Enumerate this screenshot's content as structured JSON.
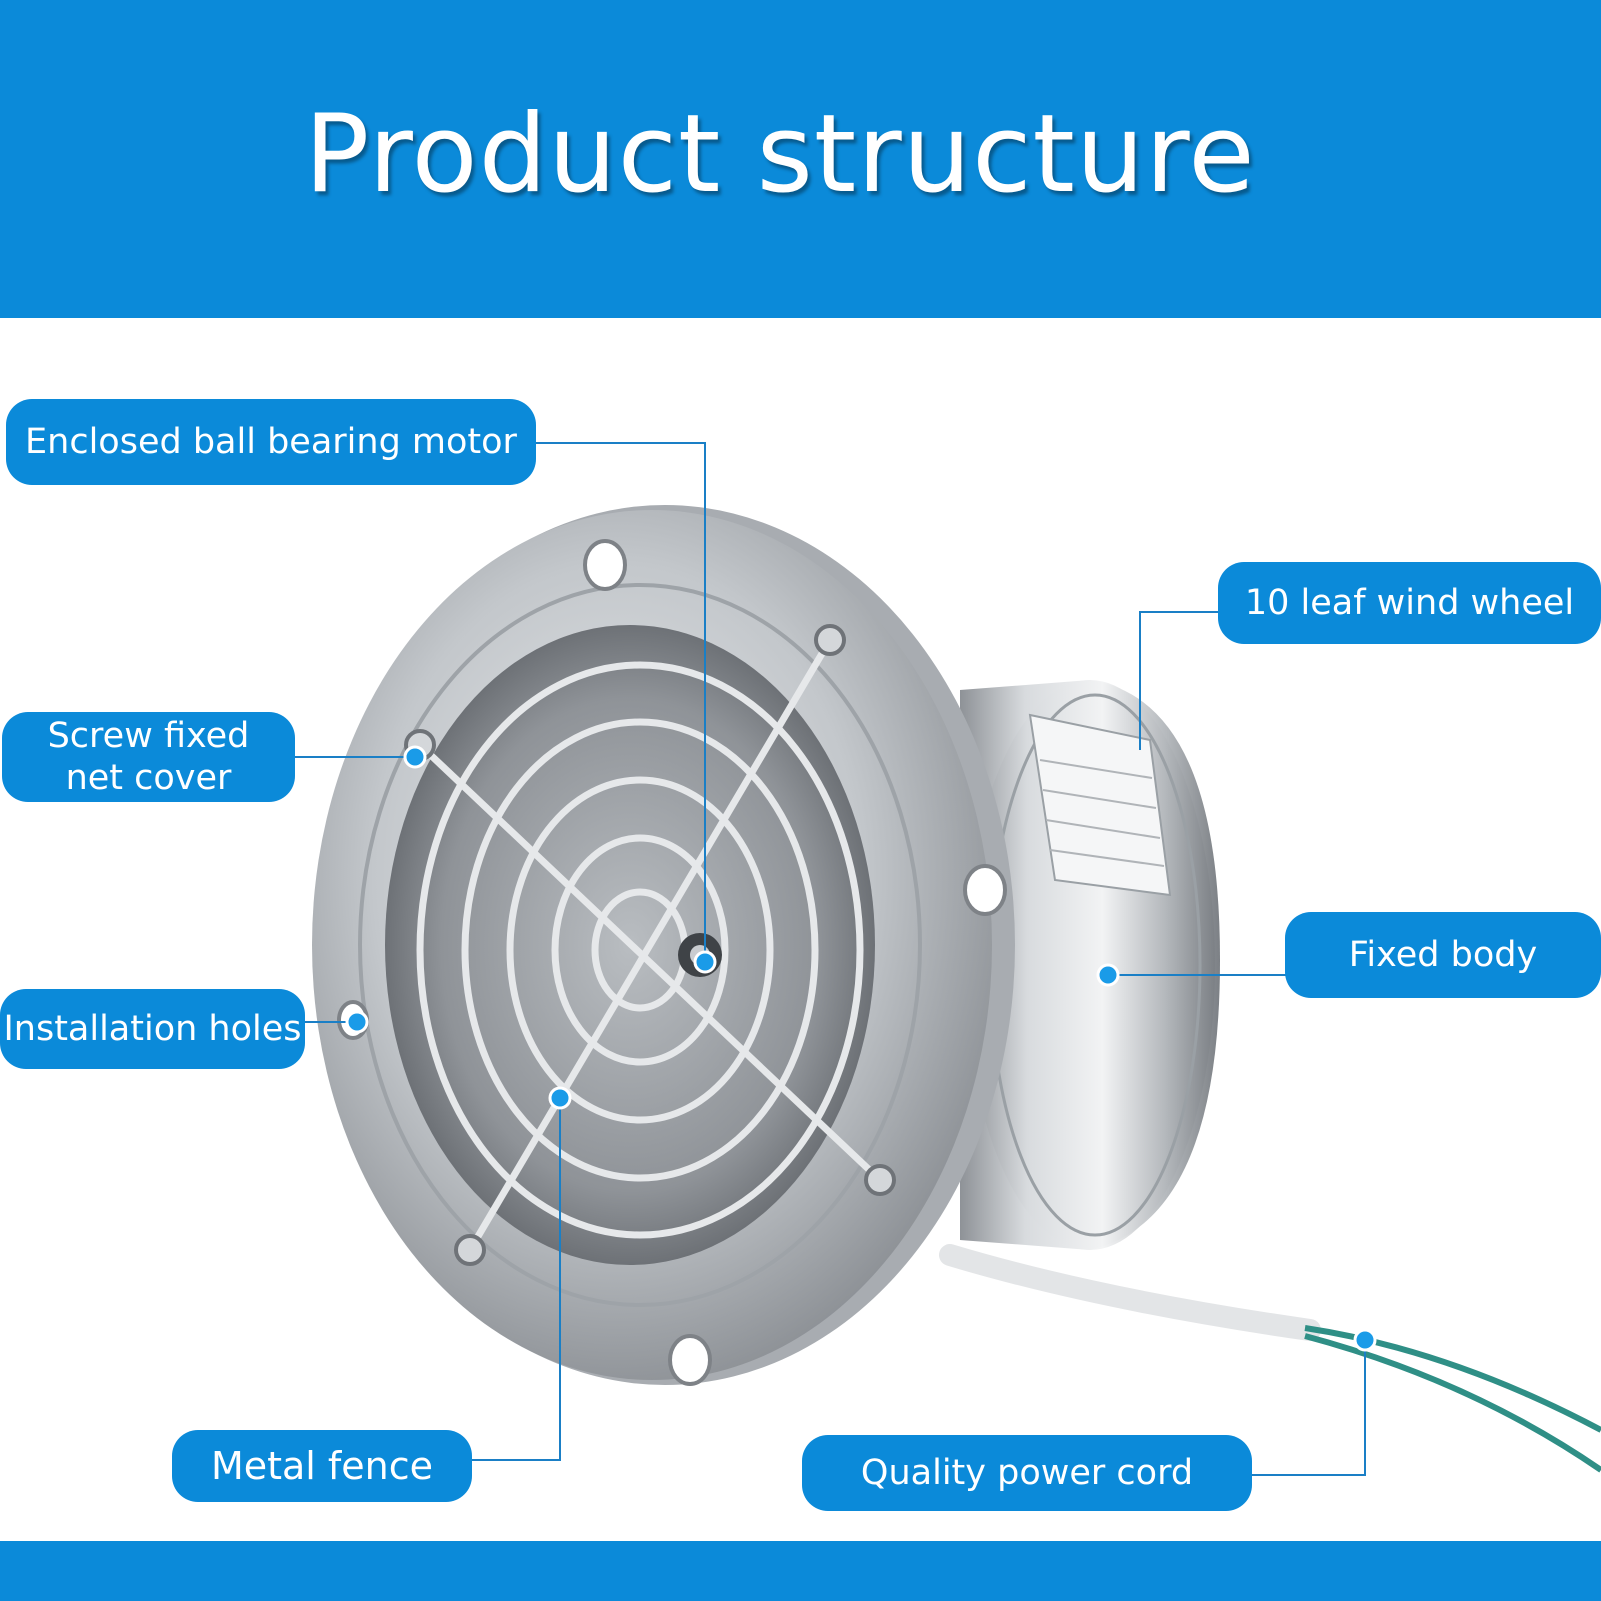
{
  "title": "Product structure",
  "labels": {
    "motor": "Enclosed ball bearing motor",
    "wheel": "10 leaf wind wheel",
    "screw": "Screw fixed\nnet cover",
    "body": "Fixed body",
    "holes": "Installation holes",
    "fence": "Metal fence",
    "cord": "Quality power cord"
  },
  "colors": {
    "brand_blue": "#0b8ad9",
    "leader_line": "#1a7fc6",
    "metal": "#c9ccd0"
  }
}
